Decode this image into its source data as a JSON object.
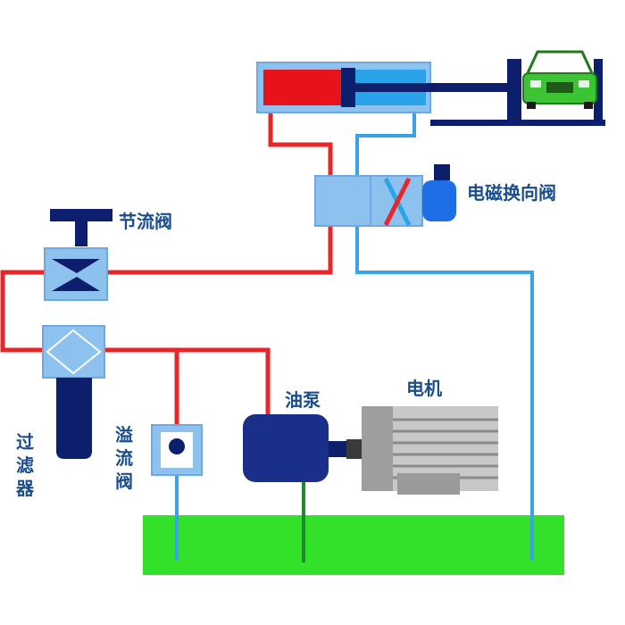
{
  "labels": {
    "throttle_valve": "节流阀",
    "solenoid_valve": "电磁换向阀",
    "filter": "过滤器",
    "relief_valve": "溢流阀",
    "oil_pump": "油泵",
    "motor": "电机"
  },
  "colors": {
    "pressure_line": "#e8262a",
    "return_line": "#3aa3e6",
    "suction_line": "#1f8a2a",
    "tank": "#33e02a",
    "cylinder_frame": "#8ec2ee",
    "component_blue": "#1a2f8a",
    "motor_gray": "#c8c8c8"
  }
}
